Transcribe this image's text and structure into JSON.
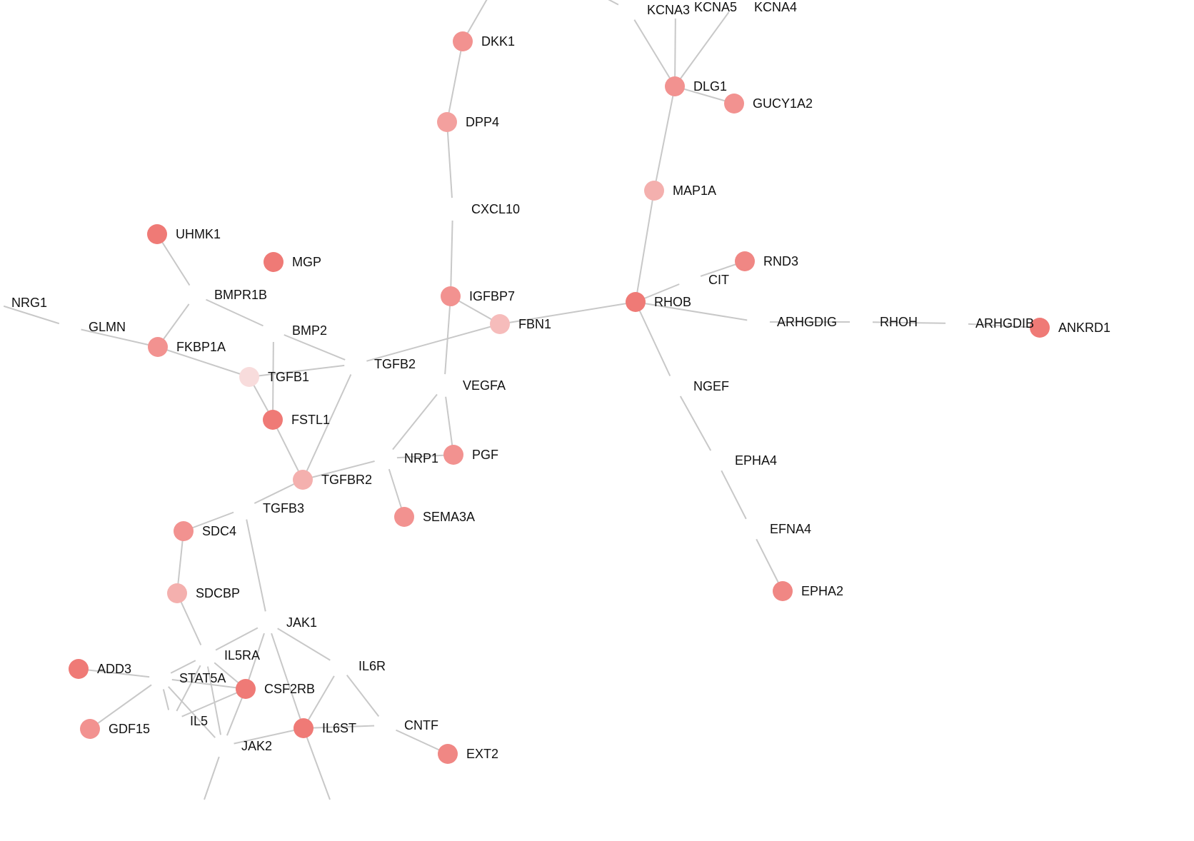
{
  "nodes": [
    {
      "id": "DKK1",
      "fill": "#f29290"
    },
    {
      "id": "DPP4",
      "fill": "#f3a09e"
    },
    {
      "id": "CXCL10",
      "fill": null
    },
    {
      "id": "IGFBP7",
      "fill": "#f29290"
    },
    {
      "id": "FBN1",
      "fill": "#f6bcbb"
    },
    {
      "id": "VEGFA",
      "fill": null
    },
    {
      "id": "PGF",
      "fill": "#f29290"
    },
    {
      "id": "NRP1",
      "fill": null
    },
    {
      "id": "SEMA3A",
      "fill": "#f29290"
    },
    {
      "id": "TGFBR2",
      "fill": "#f4b0ae"
    },
    {
      "id": "TGFB2",
      "fill": null
    },
    {
      "id": "TGFB1",
      "fill": "#f8dcdc"
    },
    {
      "id": "FSTL1",
      "fill": "#ef7a76"
    },
    {
      "id": "BMP2",
      "fill": null
    },
    {
      "id": "BMPR1B",
      "fill": null
    },
    {
      "id": "UHMK1",
      "fill": "#ef7a76"
    },
    {
      "id": "MGP",
      "fill": "#ef7a76"
    },
    {
      "id": "FKBP1A",
      "fill": "#f29290"
    },
    {
      "id": "GLMN",
      "fill": null
    },
    {
      "id": "NRG1",
      "fill": null
    },
    {
      "id": "TGFB3",
      "fill": null
    },
    {
      "id": "SDC4",
      "fill": "#f29290"
    },
    {
      "id": "SDCBP",
      "fill": "#f4b0ae"
    },
    {
      "id": "JAK1",
      "fill": null
    },
    {
      "id": "IL5RA",
      "fill": null
    },
    {
      "id": "STAT5A",
      "fill": null
    },
    {
      "id": "CSF2RB",
      "fill": "#ef7a76"
    },
    {
      "id": "IL5",
      "fill": null
    },
    {
      "id": "JAK2",
      "fill": null
    },
    {
      "id": "IL6ST",
      "fill": "#ef7a76"
    },
    {
      "id": "IL6R",
      "fill": null
    },
    {
      "id": "CNTF",
      "fill": null
    },
    {
      "id": "EXT2",
      "fill": "#f08784"
    },
    {
      "id": "ADD3",
      "fill": "#ef7a76"
    },
    {
      "id": "GDF15",
      "fill": "#f29290"
    },
    {
      "id": "KCNA3",
      "fill": null
    },
    {
      "id": "KCNA5",
      "fill": null
    },
    {
      "id": "KCNA4",
      "fill": null
    },
    {
      "id": "DLG1",
      "fill": "#f29290"
    },
    {
      "id": "GUCY1A2",
      "fill": "#f29290"
    },
    {
      "id": "MAP1A",
      "fill": "#f4b0ae"
    },
    {
      "id": "RHOB",
      "fill": "#ef7a76"
    },
    {
      "id": "RND3",
      "fill": "#f08784"
    },
    {
      "id": "CIT",
      "fill": null
    },
    {
      "id": "ARHGDIG",
      "fill": null
    },
    {
      "id": "RHOH",
      "fill": null
    },
    {
      "id": "ARHGDIB",
      "fill": null
    },
    {
      "id": "ANKRD1",
      "fill": "#ef7a76"
    },
    {
      "id": "NGEF",
      "fill": null
    },
    {
      "id": "EPHA4",
      "fill": null
    },
    {
      "id": "EFNA4",
      "fill": null
    },
    {
      "id": "EPHA2",
      "fill": "#f08784"
    }
  ],
  "edges": [
    [
      "DKK1",
      "DPP4"
    ],
    [
      "DPP4",
      "CXCL10"
    ],
    [
      "CXCL10",
      "IGFBP7"
    ],
    [
      "IGFBP7",
      "FBN1"
    ],
    [
      "IGFBP7",
      "VEGFA"
    ],
    [
      "FBN1",
      "RHOB"
    ],
    [
      "FBN1",
      "TGFB2"
    ],
    [
      "VEGFA",
      "NRP1"
    ],
    [
      "VEGFA",
      "PGF"
    ],
    [
      "NRP1",
      "PGF"
    ],
    [
      "NRP1",
      "SEMA3A"
    ],
    [
      "NRP1",
      "TGFBR2"
    ],
    [
      "TGFB2",
      "TGFBR2"
    ],
    [
      "TGFB2",
      "TGFB1"
    ],
    [
      "TGFB2",
      "BMP2"
    ],
    [
      "BMP2",
      "BMPR1B"
    ],
    [
      "BMP2",
      "FSTL1"
    ],
    [
      "TGFB1",
      "FSTL1"
    ],
    [
      "FSTL1",
      "TGFBR2"
    ],
    [
      "FKBP1A",
      "TGFB1"
    ],
    [
      "FKBP1A",
      "BMPR1B"
    ],
    [
      "BMPR1B",
      "UHMK1"
    ],
    [
      "GLMN",
      "FKBP1A"
    ],
    [
      "NRG1",
      "GLMN"
    ],
    [
      "TGFBR2",
      "TGFB3"
    ],
    [
      "TGFB3",
      "SDC4"
    ],
    [
      "TGFB3",
      "JAK1"
    ],
    [
      "SDC4",
      "SDCBP"
    ],
    [
      "SDCBP",
      "IL5RA"
    ],
    [
      "JAK1",
      "IL5RA"
    ],
    [
      "JAK1",
      "CSF2RB"
    ],
    [
      "JAK1",
      "IL6ST"
    ],
    [
      "JAK1",
      "IL6R"
    ],
    [
      "IL6R",
      "IL6ST"
    ],
    [
      "IL6R",
      "CNTF"
    ],
    [
      "CNTF",
      "IL6ST"
    ],
    [
      "CNTF",
      "EXT2"
    ],
    [
      "IL6ST",
      "JAK2"
    ],
    [
      "IL5RA",
      "CSF2RB"
    ],
    [
      "STAT5A",
      "IL5RA"
    ],
    [
      "STAT5A",
      "CSF2RB"
    ],
    [
      "STAT5A",
      "ADD3"
    ],
    [
      "STAT5A",
      "GDF15"
    ],
    [
      "STAT5A",
      "IL5"
    ],
    [
      "STAT5A",
      "JAK2"
    ],
    [
      "IL5",
      "IL5RA"
    ],
    [
      "IL5",
      "CSF2RB"
    ],
    [
      "IL5RA",
      "JAK2"
    ],
    [
      "CSF2RB",
      "JAK2"
    ],
    [
      "DLG1",
      "KCNA3"
    ],
    [
      "DLG1",
      "KCNA5"
    ],
    [
      "DLG1",
      "KCNA4"
    ],
    [
      "DLG1",
      "GUCY1A2"
    ],
    [
      "DLG1",
      "MAP1A"
    ],
    [
      "MAP1A",
      "RHOB"
    ],
    [
      "RHOB",
      "CIT"
    ],
    [
      "CIT",
      "RND3"
    ],
    [
      "RHOB",
      "ARHGDIG"
    ],
    [
      "ARHGDIG",
      "RHOH"
    ],
    [
      "RHOH",
      "ARHGDIB"
    ],
    [
      "ARHGDIB",
      "ANKRD1"
    ],
    [
      "RHOB",
      "NGEF"
    ],
    [
      "NGEF",
      "EPHA4"
    ],
    [
      "EPHA4",
      "EFNA4"
    ],
    [
      "EFNA4",
      "EPHA2"
    ]
  ]
}
